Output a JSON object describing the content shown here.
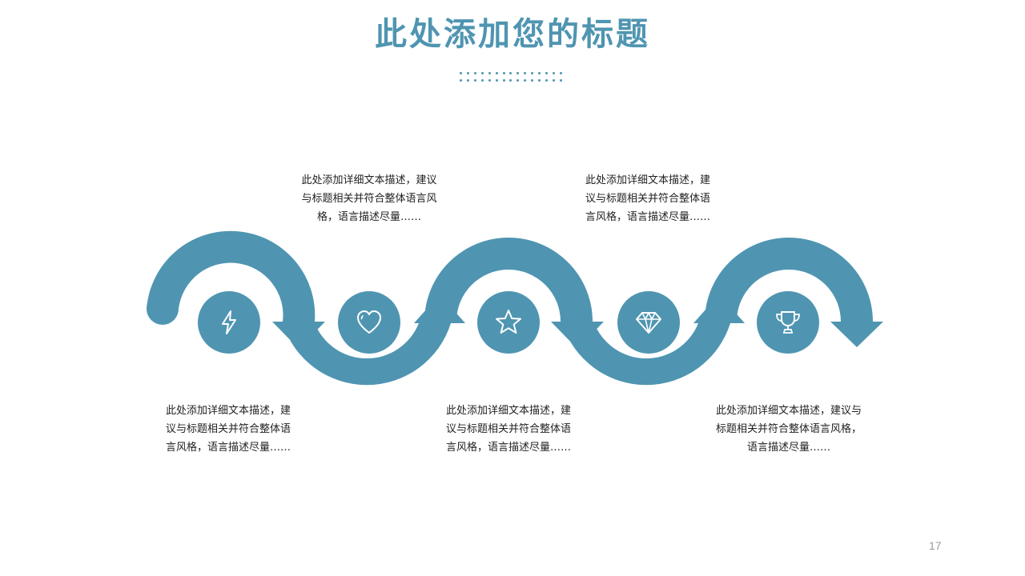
{
  "title": "此处添加您的标题",
  "accent_color": "#4f95b1",
  "steps": [
    {
      "icon": "lightning-icon",
      "text": "此处添加详细文本描述，建议与标题相关并符合整体语言风格，语言描述尽量……"
    },
    {
      "icon": "heart-icon",
      "text": "此处添加详细文本描述，建议与标题相关并符合整体语言风格，语言描述尽量……"
    },
    {
      "icon": "star-icon",
      "text": "此处添加详细文本描述，建议与标题相关并符合整体语言风格，语言描述尽量……"
    },
    {
      "icon": "diamond-icon",
      "text": "此处添加详细文本描述，建议与标题相关并符合整体语言风格，语言描述尽量……"
    },
    {
      "icon": "trophy-icon",
      "text": "此处添加详细文本描述，建议与标题相关并符合整体语言风格，语言描述尽量……"
    }
  ],
  "page_number": "17"
}
